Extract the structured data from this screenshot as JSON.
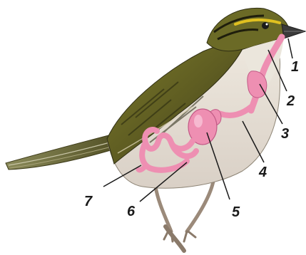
{
  "diagram": {
    "subject": "bird-digestive-system",
    "colors": {
      "organ": "#ee8fb2",
      "organ_outline": "#c25a86",
      "leader": "#1a1a1a",
      "number": "#1a1a1a"
    },
    "labels": [
      {
        "id": "1",
        "text": "1"
      },
      {
        "id": "2",
        "text": "2"
      },
      {
        "id": "3",
        "text": "3"
      },
      {
        "id": "4",
        "text": "4"
      },
      {
        "id": "5",
        "text": "5"
      },
      {
        "id": "6",
        "text": "6"
      },
      {
        "id": "7",
        "text": "7"
      }
    ]
  }
}
